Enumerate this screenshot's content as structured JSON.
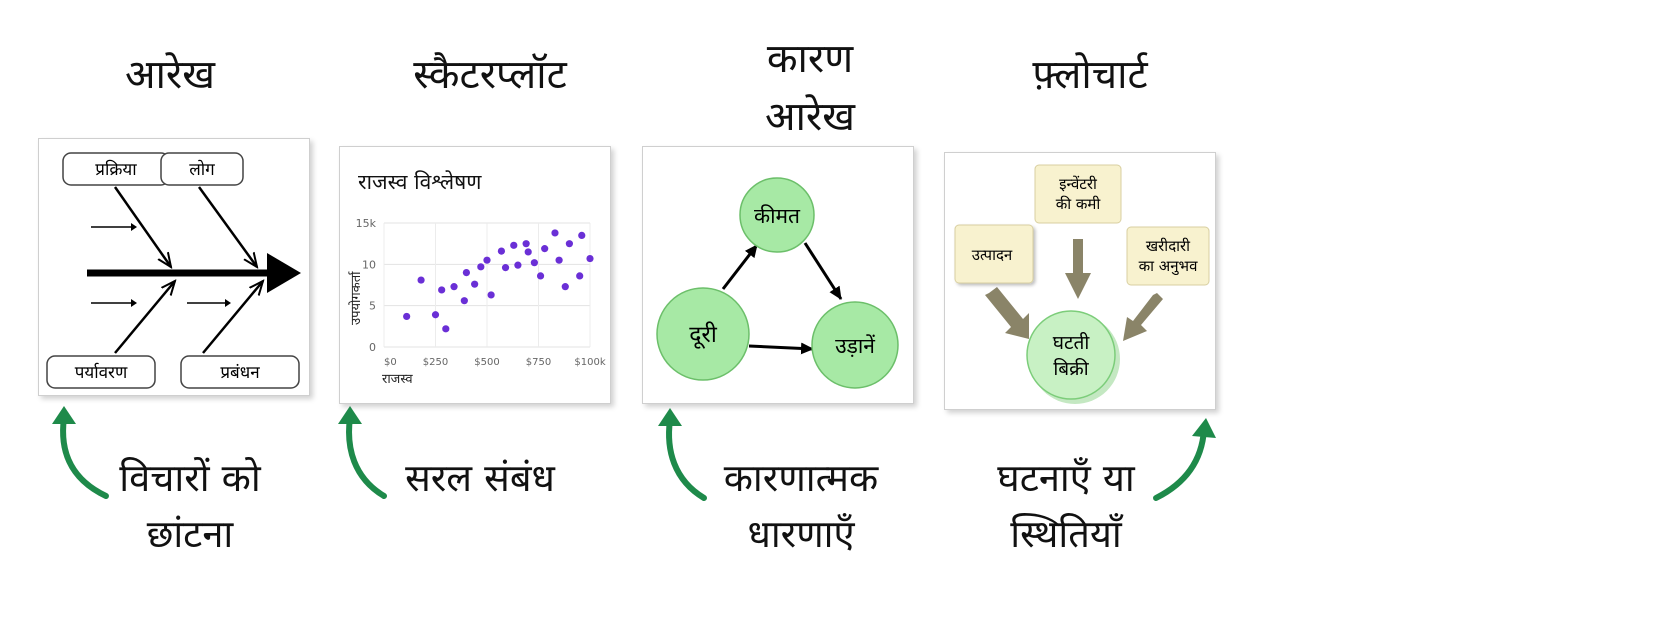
{
  "columns": [
    {
      "title": "आरेख",
      "caption": [
        "विचारों को",
        "छांटना"
      ]
    },
    {
      "title": "स्कैटरप्लॉट",
      "caption": [
        "सरल संबंध"
      ]
    },
    {
      "title": "कारण आरेख",
      "caption": [
        "कारणात्मक",
        "धारणाएँ"
      ]
    },
    {
      "title": "फ़्लोचार्ट",
      "caption": [
        "घटनाएँ या",
        "स्थितियाँ"
      ]
    }
  ],
  "fishbone": {
    "labels": [
      "प्रक्रिया",
      "लोग",
      "पर्यावरण",
      "प्रबंधन"
    ]
  },
  "scatter": {
    "title": "राजस्व विश्लेषण",
    "xlabel": "राजस्व",
    "ylabel": "उपयोगकर्ता",
    "xticks": [
      "$0",
      "$250",
      "$500",
      "$750",
      "$100k"
    ],
    "yticks": [
      "0",
      "5",
      "10",
      "15k"
    ]
  },
  "chart_data": {
    "type": "scatter",
    "title": "राजस्व विश्लेषण",
    "xlabel": "राजस्व",
    "ylabel": "उपयोगकर्ता",
    "xlim": [
      0,
      1000
    ],
    "ylim": [
      0,
      15
    ],
    "grid": true,
    "points": [
      {
        "x": 110,
        "y": 3.7
      },
      {
        "x": 180,
        "y": 8.1
      },
      {
        "x": 250,
        "y": 3.9
      },
      {
        "x": 280,
        "y": 6.9
      },
      {
        "x": 300,
        "y": 2.2
      },
      {
        "x": 340,
        "y": 7.3
      },
      {
        "x": 390,
        "y": 5.6
      },
      {
        "x": 400,
        "y": 9.0
      },
      {
        "x": 440,
        "y": 7.6
      },
      {
        "x": 470,
        "y": 9.7
      },
      {
        "x": 500,
        "y": 10.5
      },
      {
        "x": 520,
        "y": 6.3
      },
      {
        "x": 570,
        "y": 11.6
      },
      {
        "x": 590,
        "y": 9.6
      },
      {
        "x": 630,
        "y": 12.3
      },
      {
        "x": 650,
        "y": 9.9
      },
      {
        "x": 690,
        "y": 12.5
      },
      {
        "x": 700,
        "y": 11.5
      },
      {
        "x": 730,
        "y": 10.2
      },
      {
        "x": 760,
        "y": 8.6
      },
      {
        "x": 780,
        "y": 11.9
      },
      {
        "x": 830,
        "y": 13.8
      },
      {
        "x": 850,
        "y": 10.5
      },
      {
        "x": 880,
        "y": 7.3
      },
      {
        "x": 900,
        "y": 12.5
      },
      {
        "x": 950,
        "y": 8.6
      },
      {
        "x": 960,
        "y": 13.5
      },
      {
        "x": 1000,
        "y": 10.7
      }
    ]
  },
  "causal": {
    "nodes": [
      "कीमत",
      "दूरी",
      "उड़ानें"
    ]
  },
  "flowchart": {
    "boxes": [
      {
        "lines": [
          "उत्पादन"
        ]
      },
      {
        "lines": [
          "इन्वेंटरी",
          "की कमी"
        ]
      },
      {
        "lines": [
          "खरीदारी",
          "का अनुभव"
        ]
      }
    ],
    "center": [
      "घटती",
      "बिक्री"
    ]
  },
  "colors": {
    "node_green": "#a7e9a5",
    "node_green_border": "#6cbf6a",
    "scatter_point": "#6a2fd6",
    "note_yellow": "#f8f2cf",
    "flow_arrow": "#8a8468",
    "curve_arrow": "#1e8a4a"
  },
  "icons": [
    "curved-up-arrow-icon"
  ]
}
